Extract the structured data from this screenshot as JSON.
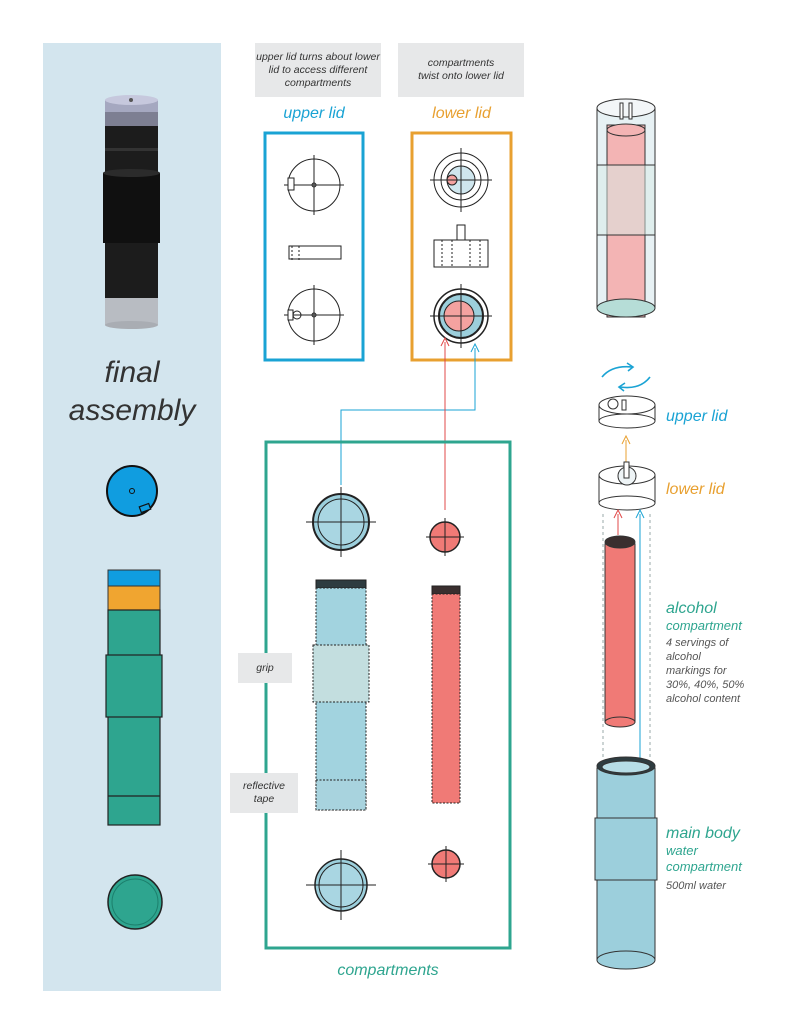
{
  "final_assembly": {
    "title_line1": "final",
    "title_line2": "assembly"
  },
  "notes": {
    "upper_lid_note": "upper lid turns about lower lid to access different compartments",
    "lower_lid_note": "compartments twist onto lower lid"
  },
  "panels": {
    "upper_lid_title": "upper lid",
    "lower_lid_title": "lower lid",
    "compartments_title": "compartments"
  },
  "side_labels": {
    "grip": "grip",
    "reflective_tape": "reflective tape"
  },
  "exploded": {
    "upper_lid": "upper lid",
    "lower_lid": "lower lid",
    "alcohol_title": "alcohol",
    "alcohol_subtitle": "compartment",
    "alcohol_desc_1": "4 servings of",
    "alcohol_desc_2": "alcohol",
    "alcohol_desc_3": "markings for",
    "alcohol_desc_4": "30%, 40%, 50%",
    "alcohol_desc_5": "alcohol content",
    "main_title": "main body",
    "main_subtitle_1": "water",
    "main_subtitle_2": "compartment",
    "main_desc": "500ml water"
  },
  "colors": {
    "upper_blue": "#1aa3d4",
    "lower_orange": "#e8a030",
    "teal": "#2ea58f",
    "alcohol_red": "#f07a76",
    "water_blue": "#9ccfdc",
    "sidebar_bg": "#d3e5ee"
  }
}
